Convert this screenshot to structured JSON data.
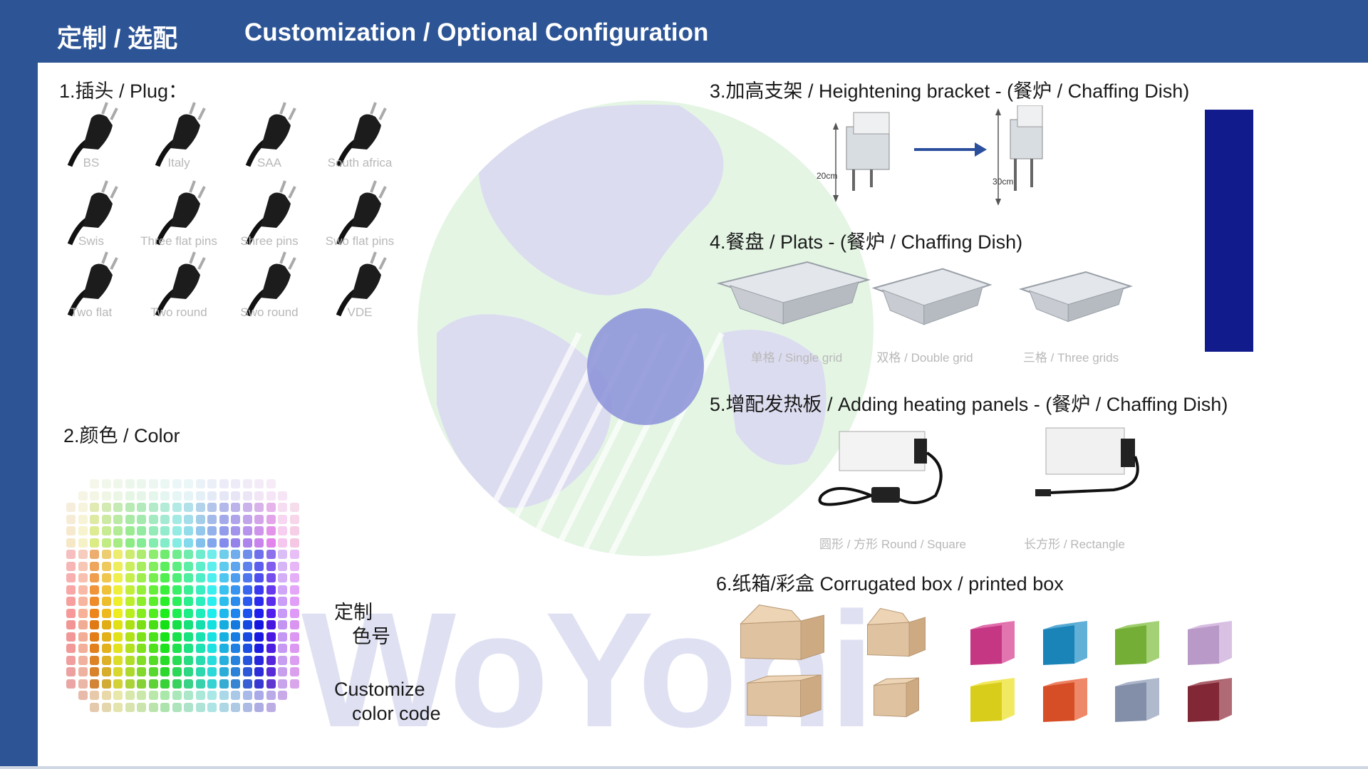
{
  "header": {
    "title_cn": "定制 / 选配",
    "title_en": "Customization / Optional Configuration"
  },
  "watermark": {
    "text": "WoYoni"
  },
  "colors": {
    "header_bg": "#2d5596",
    "accent_bar": "#111b8c",
    "arrow": "#2b4f9c"
  },
  "plugs": {
    "title": "1.插头 / Plug：",
    "items": [
      {
        "label": "BS",
        "icon": "plug-bs-icon"
      },
      {
        "label": "Italy",
        "icon": "plug-italy-icon"
      },
      {
        "label": "SAA",
        "icon": "plug-saa-icon"
      },
      {
        "label": "South africa",
        "icon": "plug-south-africa-icon"
      },
      {
        "label": "Swis",
        "icon": "plug-swis-icon"
      },
      {
        "label": "Three flat pins",
        "icon": "plug-three-flat-pins-icon"
      },
      {
        "label": "Shree pins",
        "icon": "plug-shree-pins-icon"
      },
      {
        "label": "Swo flat pins",
        "icon": "plug-swo-flat-pins-icon"
      },
      {
        "label": "Two flat",
        "icon": "plug-two-flat-icon"
      },
      {
        "label": "Two round",
        "icon": "plug-two-round-icon"
      },
      {
        "label": "Swo round",
        "icon": "plug-swo-round-icon"
      },
      {
        "label": "VDE",
        "icon": "plug-vde-icon"
      }
    ]
  },
  "color": {
    "title": "2.颜色 / Color",
    "custom_cn_line1": "定制",
    "custom_cn_line2": "色号",
    "custom_en_line1": "Customize",
    "custom_en_line2": "color code"
  },
  "bracket": {
    "title": "3.加高支架 / Heightening bracket - (餐炉 / Chaffing Dish)",
    "from_label": "20cm",
    "to_label": "30cm"
  },
  "plates": {
    "title": "4.餐盘 / Plats - (餐炉 / Chaffing Dish)",
    "items": [
      {
        "label": "单格 / Single grid"
      },
      {
        "label": "双格 / Double grid"
      },
      {
        "label": "三格 / Three grids"
      }
    ]
  },
  "heating": {
    "title": "5.增配发热板 / Adding heating panels - (餐炉 / Chaffing Dish)",
    "items": [
      {
        "label": "圆形 / 方形    Round / Square"
      },
      {
        "label": "长方形 / Rectangle"
      }
    ]
  },
  "boxes": {
    "title": "6.纸箱/彩盒  Corrugated box / printed box",
    "colored": [
      "#d63b8f",
      "#1d8fc7",
      "#7ebd3b",
      "#c9a6d8",
      "#ecdf1f",
      "#e8552a",
      "#8f9cb8",
      "#8e2b3a"
    ]
  }
}
